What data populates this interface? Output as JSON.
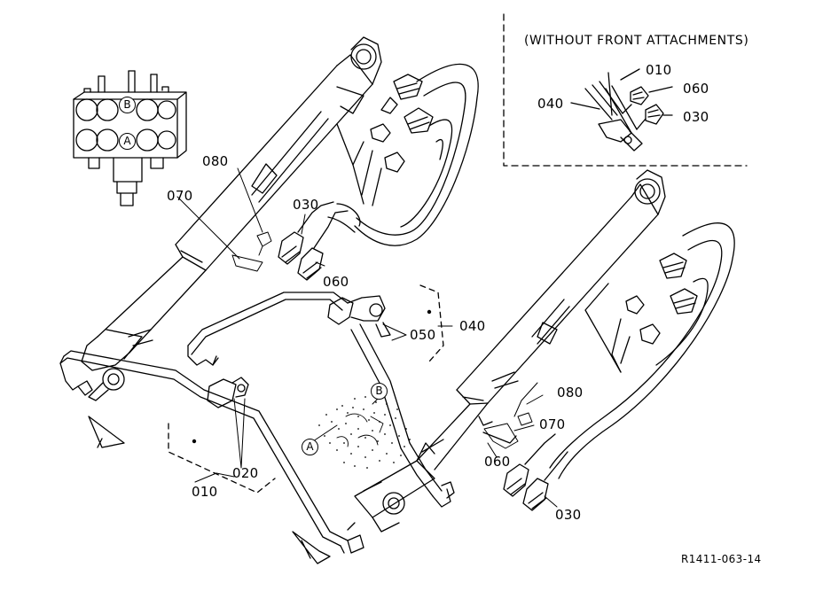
{
  "diagram": {
    "inset_title": "(WITHOUT FRONT ATTACHMENTS)",
    "drawing_code": "R1411-063-14",
    "valve_ports": {
      "port_b": "B",
      "port_a": "A"
    },
    "part_callouts": {
      "p010_inset": "010",
      "p060_inset": "060",
      "p040_inset": "040",
      "p030_inset": "030",
      "p080_left": "080",
      "p070_left": "070",
      "p030_left": "030",
      "p060_left": "060",
      "p050": "050",
      "p040_main": "040",
      "p080_right": "080",
      "p070_right": "070",
      "p060_right": "060",
      "p030_right": "030",
      "p020": "020",
      "p010_main": "010",
      "marker_b": "B",
      "marker_a": "A"
    },
    "colors": {
      "ink": "#000000",
      "paper": "#ffffff"
    }
  }
}
